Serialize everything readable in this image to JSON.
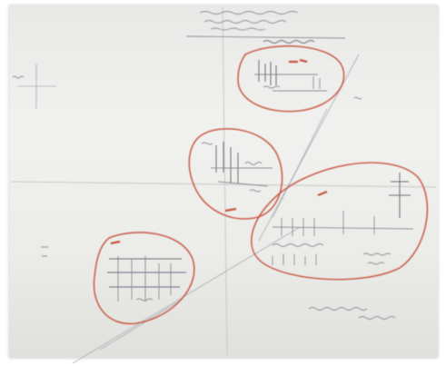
{
  "document": {
    "kind": "photographed hand-drawn diagram sheet",
    "paper_color": "#eeeeec",
    "ink_color": "#6c7282",
    "annotation_color": "#c8553f",
    "annotated_regions": [
      {
        "id": "top-right"
      },
      {
        "id": "middle"
      },
      {
        "id": "right"
      },
      {
        "id": "bottom-left"
      }
    ]
  }
}
